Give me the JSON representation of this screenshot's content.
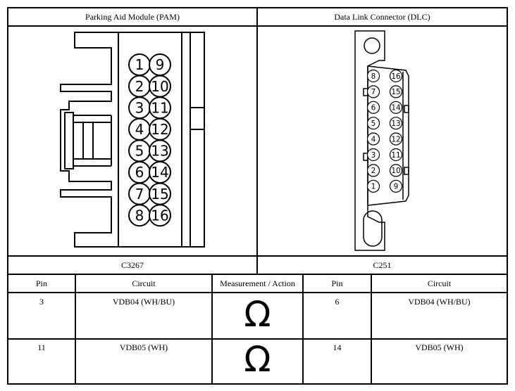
{
  "connectors": {
    "left": {
      "title": "Parking Aid Module (PAM)",
      "id": "C3267",
      "pins_left_col": [
        "1",
        "2",
        "3",
        "4",
        "5",
        "6",
        "7",
        "8"
      ],
      "pins_right_col": [
        "9",
        "10",
        "11",
        "12",
        "13",
        "14",
        "15",
        "16"
      ]
    },
    "right": {
      "title": "Data Link Connector (DLC)",
      "id": "C251",
      "pins_left_col": [
        "8",
        "7",
        "6",
        "5",
        "4",
        "3",
        "2",
        "1"
      ],
      "pins_right_col": [
        "16",
        "15",
        "14",
        "13",
        "12",
        "11",
        "10",
        "9"
      ]
    }
  },
  "table": {
    "headers": {
      "pin_a": "Pin",
      "circuit_a": "Circuit",
      "measurement": "Measurement / Action",
      "pin_b": "Pin",
      "circuit_b": "Circuit"
    },
    "rows": [
      {
        "pin_a": "3",
        "circuit_a": "VDB04 (WH/BU)",
        "action": "Ω",
        "pin_b": "6",
        "circuit_b": "VDB04 (WH/BU)"
      },
      {
        "pin_a": "11",
        "circuit_a": "VDB05 (WH)",
        "action": "Ω",
        "pin_b": "14",
        "circuit_b": "VDB05 (WH)"
      }
    ]
  }
}
